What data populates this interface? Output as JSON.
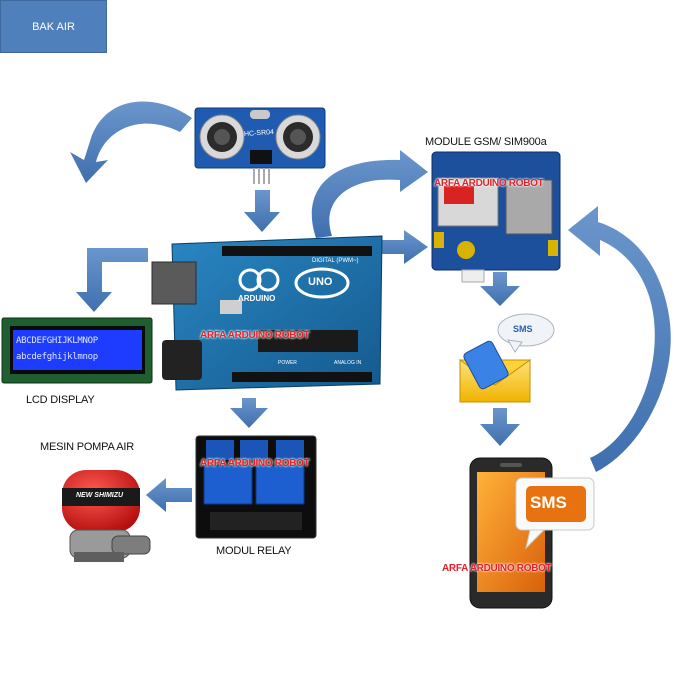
{
  "labels": {
    "bak_air": "BAK AIR",
    "module_gsm": "MODULE GSM/ SIM900a",
    "lcd_display": "LCD DISPLAY",
    "mesin_pompa": "MESIN POMPA AIR",
    "modul_relay": "MODUL RELAY"
  },
  "sensor_label": "HC-SR04",
  "lcd_lines": [
    "ABCDEFGHIJKLMNOP",
    "abcdefghijklmnop"
  ],
  "arduino": {
    "logo": "UNO",
    "brand": "ARDUINO",
    "digital": "DIGITAL (PWM~)",
    "power": "POWER",
    "analog": "ANALOG IN"
  },
  "sms_bubble": "SMS",
  "phone_sms": "SMS",
  "pump_brand": "NEW SHIMIZU",
  "watermark": "ARFA ARDUINO ROBOT",
  "colors": {
    "arrow": "#4f80bc",
    "box": "#4f80bc",
    "watermark": "#e5212a",
    "board": "#1d6fa8"
  }
}
